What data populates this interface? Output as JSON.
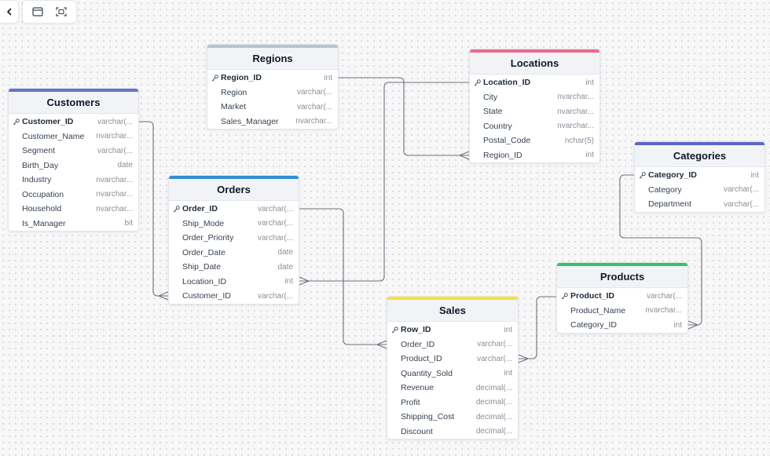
{
  "toolbar": {
    "back_icon": "chevron-left-icon",
    "layout_icon": "window-icon",
    "fit_icon": "frame-icon"
  },
  "tables": {
    "regions": {
      "name": "Regions",
      "color": "#b8c2d0",
      "fields": [
        {
          "name": "Region_ID",
          "type": "int",
          "pk": true
        },
        {
          "name": "Region",
          "type": "varchar(..."
        },
        {
          "name": "Market",
          "type": "varchar(..."
        },
        {
          "name": "Sales_Manager",
          "type": "nvarchar..."
        }
      ]
    },
    "locations": {
      "name": "Locations",
      "color": "#ec6a8d",
      "fields": [
        {
          "name": "Location_ID",
          "type": "int",
          "pk": true
        },
        {
          "name": "City",
          "type": "nvarchar..."
        },
        {
          "name": "State",
          "type": "nvarchar..."
        },
        {
          "name": "Country",
          "type": "nvarchar..."
        },
        {
          "name": "Postal_Code",
          "type": "nchar(5)"
        },
        {
          "name": "Region_ID",
          "type": "int"
        }
      ]
    },
    "customers": {
      "name": "Customers",
      "color": "#6674cc",
      "fields": [
        {
          "name": "Customer_ID",
          "type": "varchar(...",
          "pk": true
        },
        {
          "name": "Customer_Name",
          "type": "nvarchar..."
        },
        {
          "name": "Segment",
          "type": "varchar(..."
        },
        {
          "name": "Birth_Day",
          "type": "date"
        },
        {
          "name": "Industry",
          "type": "nvarchar..."
        },
        {
          "name": "Occupation",
          "type": "nvarchar..."
        },
        {
          "name": "Household",
          "type": "nvarchar..."
        },
        {
          "name": "Is_Manager",
          "type": "bit"
        }
      ]
    },
    "orders": {
      "name": "Orders",
      "color": "#2f8fd6",
      "fields": [
        {
          "name": "Order_ID",
          "type": "varchar(...",
          "pk": true
        },
        {
          "name": "Ship_Mode",
          "type": "varchar(..."
        },
        {
          "name": "Order_Priority",
          "type": "varchar(..."
        },
        {
          "name": "Order_Date",
          "type": "date"
        },
        {
          "name": "Ship_Date",
          "type": "date"
        },
        {
          "name": "Location_ID",
          "type": "int"
        },
        {
          "name": "Customer_ID",
          "type": "varchar(..."
        }
      ]
    },
    "categories": {
      "name": "Categories",
      "color": "#5968c9",
      "fields": [
        {
          "name": "Category_ID",
          "type": "int",
          "pk": true
        },
        {
          "name": "Category",
          "type": "varchar(..."
        },
        {
          "name": "Department",
          "type": "varchar(..."
        }
      ]
    },
    "products": {
      "name": "Products",
      "color": "#3cc06b",
      "fields": [
        {
          "name": "Product_ID",
          "type": "varchar(...",
          "pk": true
        },
        {
          "name": "Product_Name",
          "type": "nvarchar..."
        },
        {
          "name": "Category_ID",
          "type": "int"
        }
      ]
    },
    "sales": {
      "name": "Sales",
      "color": "#f7e03b",
      "fields": [
        {
          "name": "Row_ID",
          "type": "int",
          "pk": true
        },
        {
          "name": "Order_ID",
          "type": "varchar(..."
        },
        {
          "name": "Product_ID",
          "type": "varchar(..."
        },
        {
          "name": "Quantity_Sold",
          "type": "int"
        },
        {
          "name": "Revenue",
          "type": "decimal(..."
        },
        {
          "name": "Profit",
          "type": "decimal(..."
        },
        {
          "name": "Shipping_Cost",
          "type": "decimal(..."
        },
        {
          "name": "Discount",
          "type": "decimal(..."
        }
      ]
    }
  },
  "relationships": [
    {
      "from": "Regions.Region_ID",
      "to": "Locations.Region_ID"
    },
    {
      "from": "Locations.Location_ID",
      "to": "Orders.Location_ID"
    },
    {
      "from": "Customers.Customer_ID",
      "to": "Orders.Customer_ID"
    },
    {
      "from": "Orders.Order_ID",
      "to": "Sales.Order_ID"
    },
    {
      "from": "Products.Product_ID",
      "to": "Sales.Product_ID"
    },
    {
      "from": "Categories.Category_ID",
      "to": "Products.Category_ID"
    }
  ]
}
